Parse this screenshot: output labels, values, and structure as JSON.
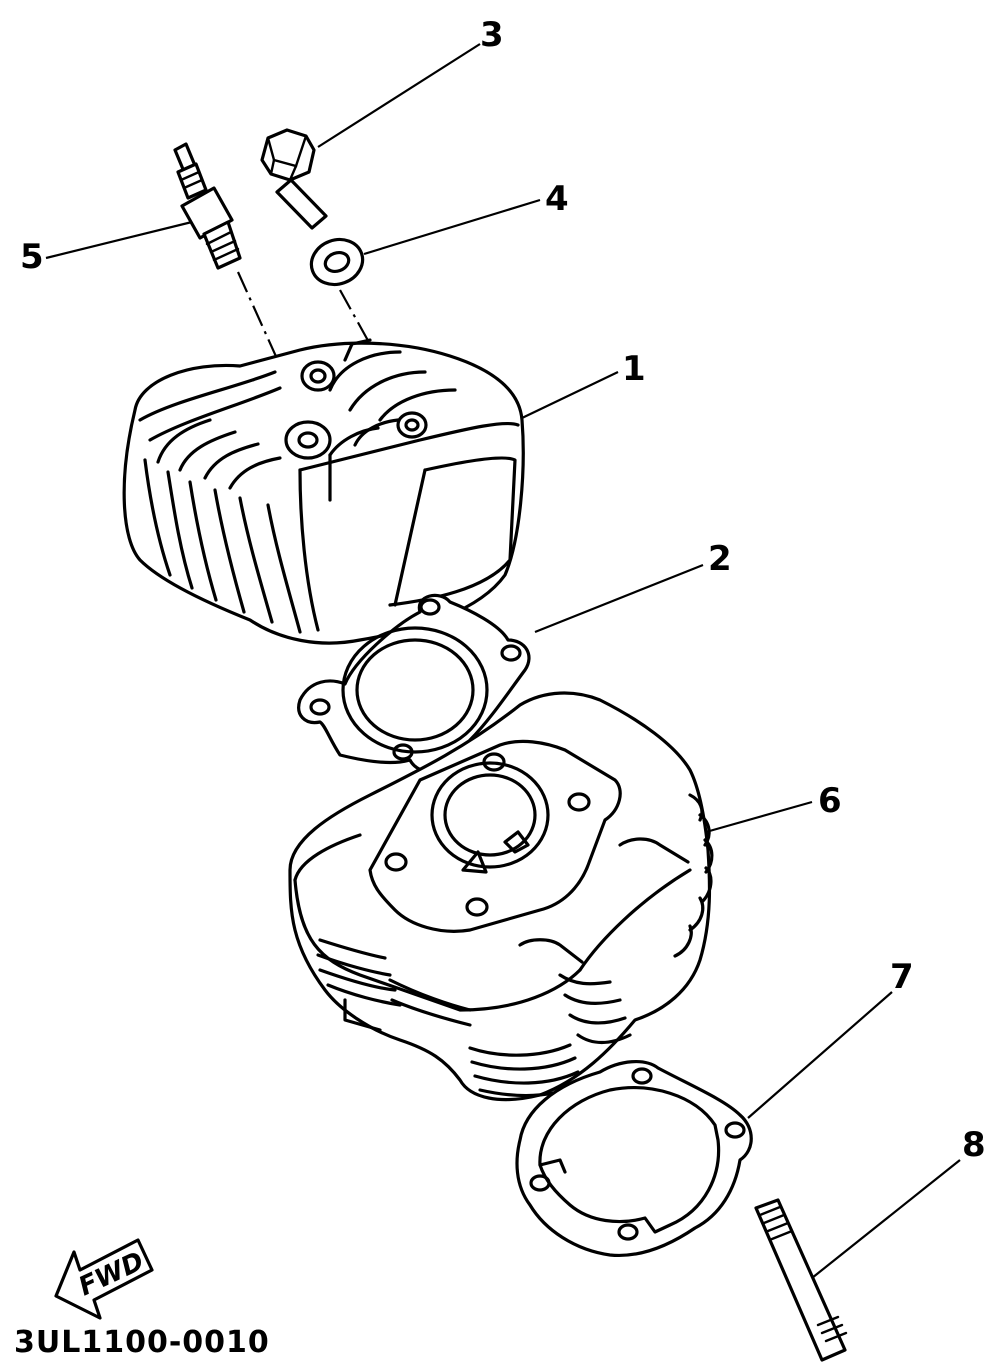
{
  "diagram": {
    "drawing_code": "3UL1100-0010",
    "direction_arrow": {
      "label": "FWD",
      "icon": "fwd-arrow-icon"
    },
    "callouts": [
      {
        "number": "1",
        "part": "cylinder-head"
      },
      {
        "number": "2",
        "part": "head-gasket"
      },
      {
        "number": "3",
        "part": "bolt"
      },
      {
        "number": "4",
        "part": "washer"
      },
      {
        "number": "5",
        "part": "spark-plug"
      },
      {
        "number": "6",
        "part": "cylinder"
      },
      {
        "number": "7",
        "part": "base-gasket"
      },
      {
        "number": "8",
        "part": "stud-bolt"
      }
    ]
  }
}
